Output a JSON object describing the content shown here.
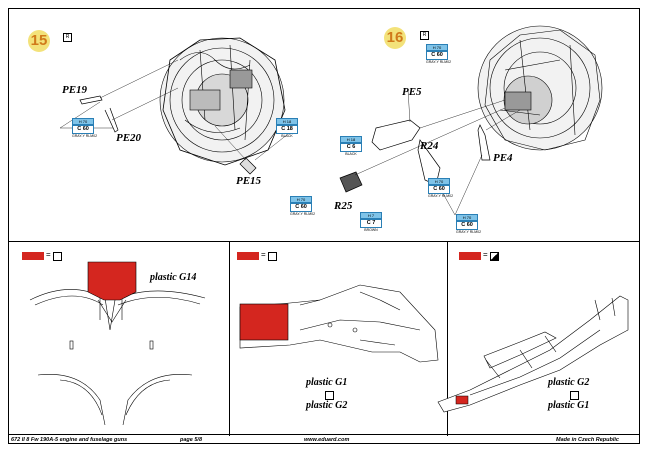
{
  "steps": [
    {
      "number": "15"
    },
    {
      "number": "16"
    }
  ],
  "parts": {
    "pe19": "PE19",
    "pe20": "PE20",
    "pe15": "PE15",
    "pe5": "PE5",
    "r24": "R24",
    "pe4": "PE4",
    "r25": "R25"
  },
  "color_boxes": [
    {
      "top": "H 70",
      "code": "C 60",
      "name": "GRAY-Y RLM02"
    },
    {
      "top": "H 18",
      "code": "C 18",
      "name": "BLACK"
    },
    {
      "top": "H 70",
      "code": "C 60",
      "name": "GRAY-Y RLM02"
    },
    {
      "top": "H 18",
      "code": "C 6",
      "name": "BLACK"
    },
    {
      "top": "H 70",
      "code": "C 60",
      "name": "GRAY-Y RLM02"
    },
    {
      "top": "H 7",
      "code": "C 7",
      "name": "BROWN"
    },
    {
      "top": "H 70",
      "code": "C 60",
      "name": "GRAY-Y RLM02"
    },
    {
      "top": "H 70",
      "code": "C 60",
      "name": "GRAY-Y RLM02"
    }
  ],
  "panels": {
    "left": {
      "plastic": "plastic G14"
    },
    "middle": {
      "plastic_a": "plastic G1",
      "plastic_b": "plastic G2"
    },
    "right": {
      "plastic_a": "plastic G2",
      "plastic_b": "plastic G1"
    }
  },
  "footer": {
    "left": "672  II 8  Fw 190A-5 engine and fuselage guns",
    "page": "page 5/8",
    "site": "www.eduard.com",
    "made": "Made in Czech Republic"
  },
  "colors": {
    "accent_red": "#d4261f",
    "blue_box": "#7fc3e8",
    "step_circle": "#f3e27a"
  }
}
